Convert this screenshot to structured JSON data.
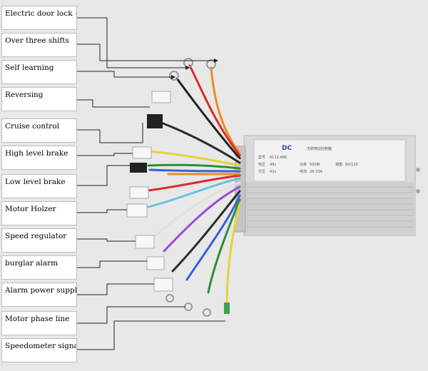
{
  "labels": [
    "Electric door lock + power",
    "Over three shifts",
    "Self learning",
    "Reversing",
    "Cruise control",
    "High level brake",
    "Low level brake",
    "Motor Holzer",
    "Speed regulator",
    "burglar alarm",
    "Alarm power supply",
    "Motor phase line",
    "Speedometer signal"
  ],
  "controller": {
    "model_label": "型号",
    "model_value": "KC12-A86",
    "voltage_label": "电压",
    "voltage_value": "48v",
    "power_label": "功率",
    "power_value": "500W",
    "phase_label": "相角",
    "phase_value": "60/120",
    "undervolt_label": "欠压",
    "undervolt_value": "42v",
    "current_label": "电流",
    "current_value": "28-33A",
    "brand_text": "无刷电动控制器"
  },
  "colors": {
    "background": "#e8e8e8",
    "label_border": "#bdbdbd",
    "leader_line": "#222222",
    "controller_body": "#dcdcdc"
  }
}
